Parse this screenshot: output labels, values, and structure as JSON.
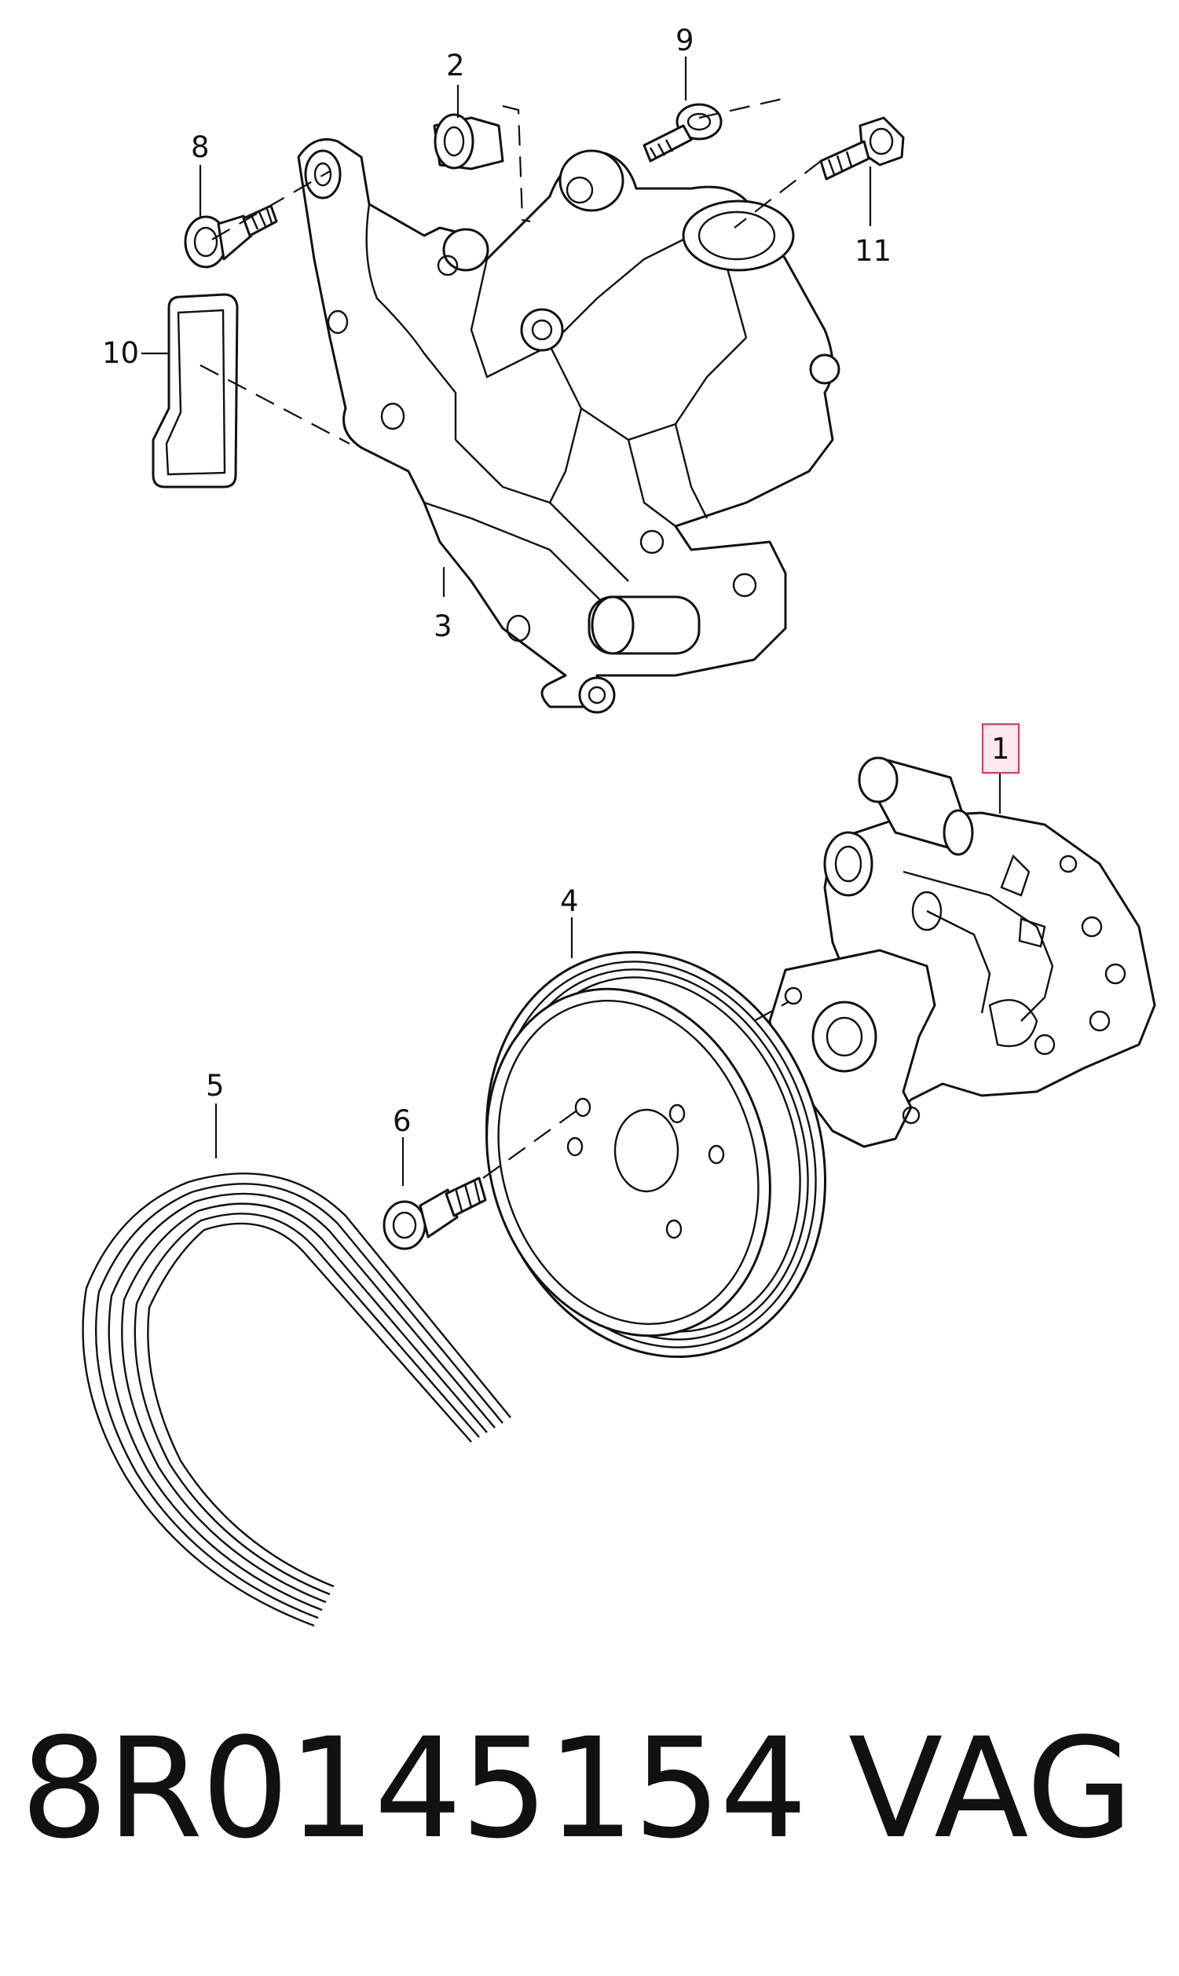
{
  "callouts": [
    {
      "id": "1",
      "label": "1",
      "highlighted": true
    },
    {
      "id": "2",
      "label": "2"
    },
    {
      "id": "3",
      "label": "3"
    },
    {
      "id": "4",
      "label": "4"
    },
    {
      "id": "5",
      "label": "5"
    },
    {
      "id": "6",
      "label": "6"
    },
    {
      "id": "8",
      "label": "8"
    },
    {
      "id": "9",
      "label": "9"
    },
    {
      "id": "10",
      "label": "10"
    },
    {
      "id": "11",
      "label": "11"
    }
  ],
  "footer": {
    "part_number": "8R0145154",
    "brand": "VAG"
  },
  "colors": {
    "line": "#111111",
    "highlight_border": "#d4415d",
    "highlight_fill": "#fbe9ee",
    "background": "#ffffff"
  }
}
